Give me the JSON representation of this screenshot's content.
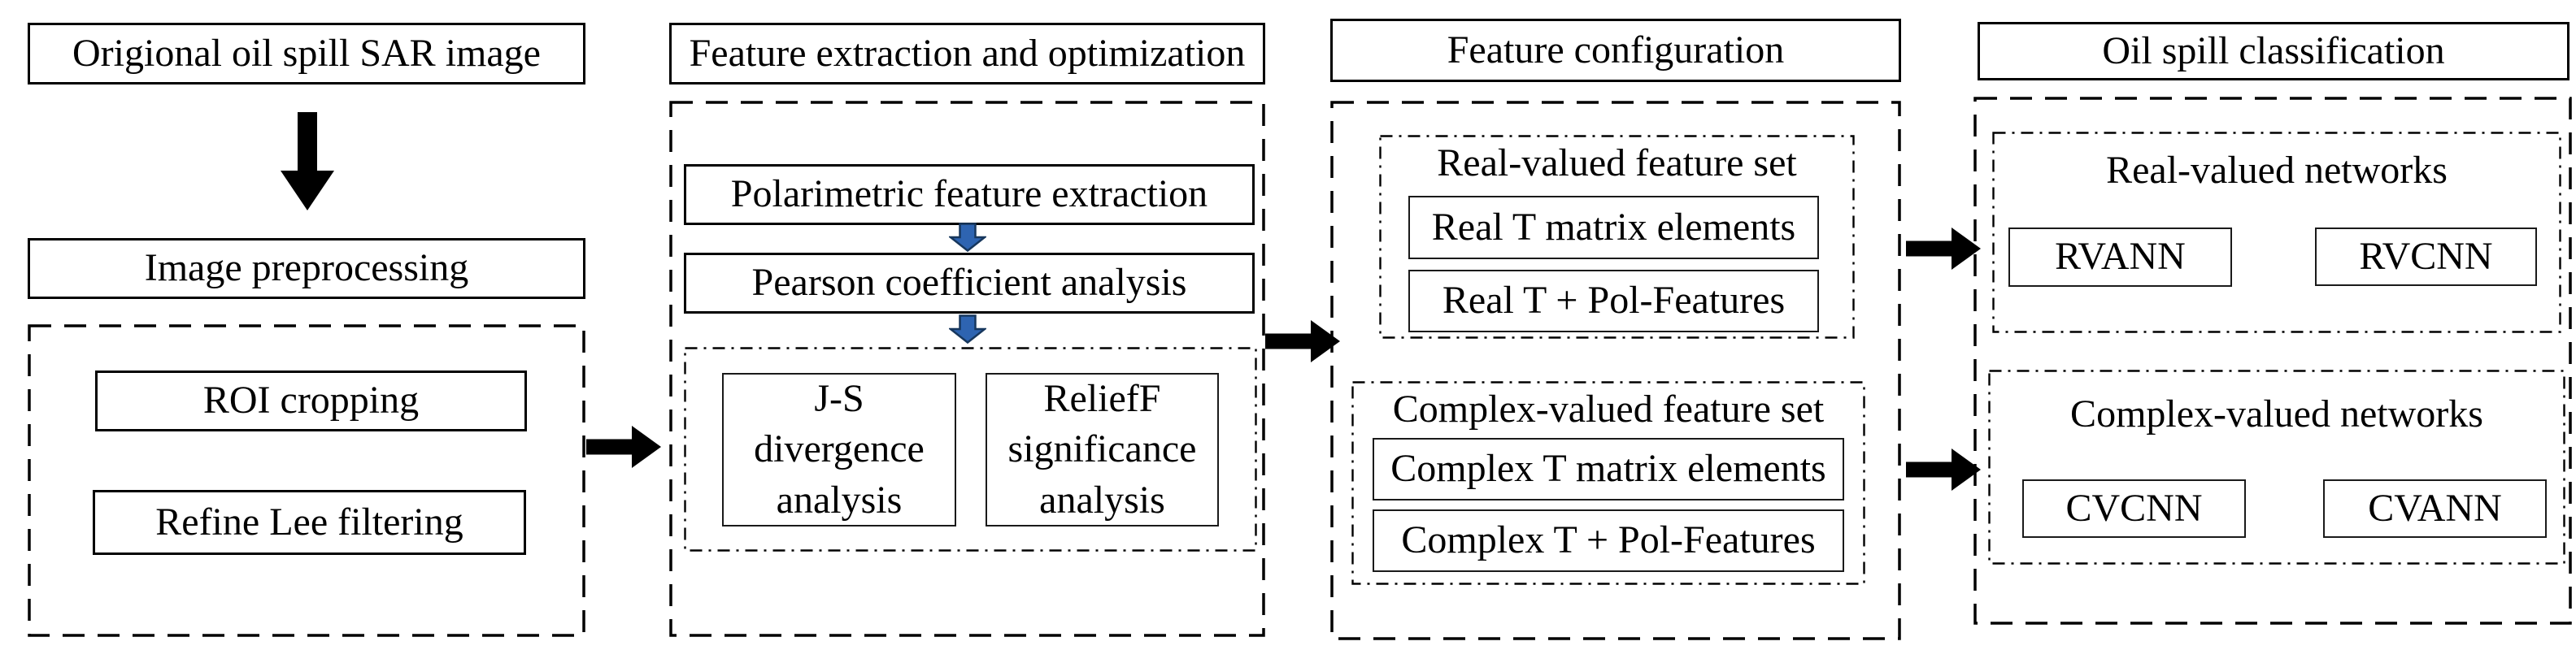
{
  "flowchart": {
    "stage1": {
      "title": "Origional oil spill SAR image",
      "preprocessing_label": "Image preprocessing",
      "steps": {
        "roi": "ROI cropping",
        "lee": "Refine Lee filtering"
      }
    },
    "stage2": {
      "title": "Feature extraction and optimization",
      "steps": {
        "polarimetric": "Polarimetric feature extraction",
        "pearson": "Pearson coefficient analysis",
        "js_divergence": "J-S divergence analysis",
        "relieff": "ReliefF significance analysis"
      }
    },
    "stage3": {
      "title": "Feature configuration",
      "real_set": {
        "title": "Real-valued feature set",
        "items": [
          "Real T matrix elements",
          "Real T + Pol-Features"
        ]
      },
      "complex_set": {
        "title": "Complex-valued feature set",
        "items": [
          "Complex T matrix elements",
          "Complex T + Pol-Features"
        ]
      }
    },
    "stage4": {
      "title": "Oil spill classification",
      "real_networks": {
        "title": "Real-valued networks",
        "items": [
          "RVANN",
          "RVCNN"
        ]
      },
      "complex_networks": {
        "title": "Complex-valued networks",
        "items": [
          "CVCNN",
          "CVANN"
        ]
      }
    },
    "colors": {
      "background": "#ffffff",
      "line_color": "#000000",
      "blue_arrow_fill": "#2e64b1",
      "blue_arrow_stroke": "#17375d"
    }
  }
}
